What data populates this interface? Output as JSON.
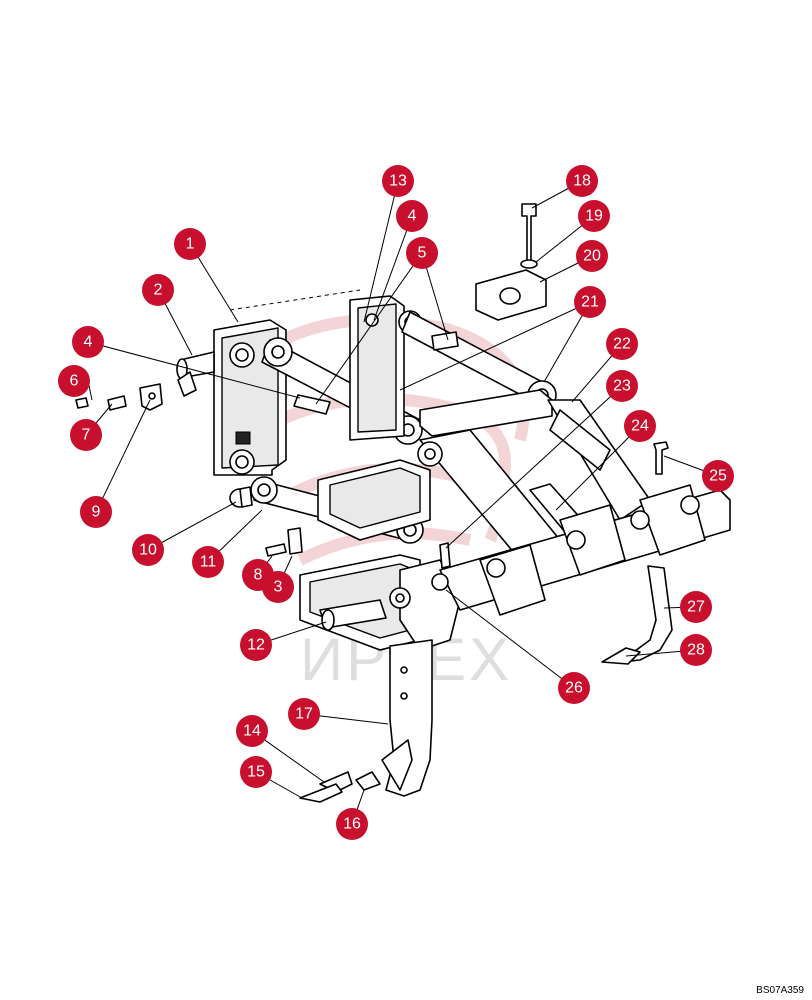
{
  "watermark": "ИРТЕХ",
  "drawing_code": "BS07A359",
  "callouts": [
    {
      "num": "1"
    },
    {
      "num": "2"
    },
    {
      "num": "4"
    },
    {
      "num": "6"
    },
    {
      "num": "7"
    },
    {
      "num": "9"
    },
    {
      "num": "10"
    },
    {
      "num": "11"
    },
    {
      "num": "8"
    },
    {
      "num": "3"
    },
    {
      "num": "12"
    },
    {
      "num": "13"
    },
    {
      "num": "4"
    },
    {
      "num": "5"
    },
    {
      "num": "18"
    },
    {
      "num": "19"
    },
    {
      "num": "20"
    },
    {
      "num": "21"
    },
    {
      "num": "22"
    },
    {
      "num": "23"
    },
    {
      "num": "24"
    },
    {
      "num": "25"
    },
    {
      "num": "27"
    },
    {
      "num": "28"
    },
    {
      "num": "26"
    },
    {
      "num": "17"
    },
    {
      "num": "14"
    },
    {
      "num": "15"
    },
    {
      "num": "16"
    }
  ]
}
